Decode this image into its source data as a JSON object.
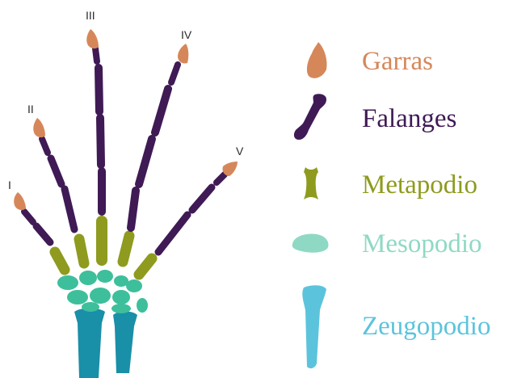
{
  "digits": [
    "I",
    "II",
    "III",
    "IV",
    "V"
  ],
  "colors": {
    "garras": "#d6875a",
    "falanges": "#3f1a55",
    "metapodio": "#8e9b1e",
    "mesopodio": "#3dbf9c",
    "zeugopodio": "#1a8fa8"
  },
  "legend": [
    {
      "key": "garras",
      "label": "Garras",
      "color": "#d6875a",
      "icon": "claw-icon"
    },
    {
      "key": "falanges",
      "label": "Falanges",
      "color": "#3f1a55",
      "icon": "phalanx-bone-icon"
    },
    {
      "key": "metapodio",
      "label": "Metapodio",
      "color": "#8e9b1e",
      "icon": "metapodial-bone-icon"
    },
    {
      "key": "mesopodio",
      "label": "Mesopodio",
      "color": "#8fd9c4",
      "icon": "carpal-bone-icon"
    },
    {
      "key": "zeugopodio",
      "label": "Zeugopodio",
      "color": "#5bc4dc",
      "icon": "forearm-bone-icon"
    }
  ]
}
